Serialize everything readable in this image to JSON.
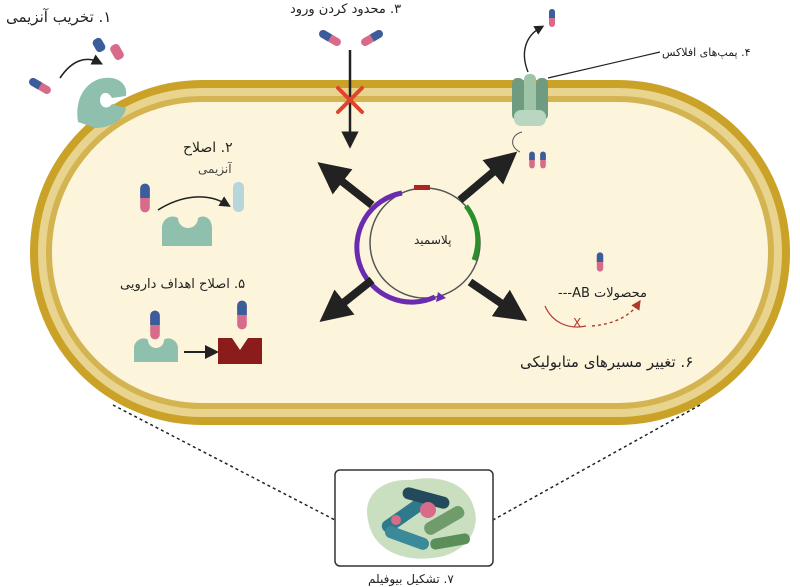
{
  "labels": {
    "enzymatic_degradation": "۱. تخریب آنزیمی",
    "enzymatic_modification": "۲. اصلاح",
    "enzymatic_modification_sub": "آنزیمی",
    "restricted_entry": "۳. محدود کردن ورود",
    "efflux_pumps": "۴. پمپ‌های افلاکس",
    "target_modification": "۵. اصلاح اهداف دارویی",
    "metabolic_pathways": "۶. تغییر مسیرهای متابولیکی",
    "ab_products": "محصولات AB---",
    "biofilm": "۷. تشکیل بیوفیلم",
    "plasmid": "پلاسمید",
    "blocked_mark": "X"
  },
  "colors": {
    "cell_wall_outer": "#c9a227",
    "cell_wall_inner": "#e8d48e",
    "cytoplasm": "#fcf5dc",
    "drug_blue": "#3b5d9c",
    "drug_pink": "#d96b8a",
    "enzyme_teal": "#8fbfad",
    "target_red": "#8b1c1c",
    "plasmid_purple": "#6a2bb0",
    "plasmid_green": "#2a8f2a",
    "plasmid_red": "#b22222",
    "arrow_dark": "#222222",
    "cross_red": "#e0442a"
  },
  "icons": [
    "antibiotic-capsule-icon",
    "enzyme-icon",
    "efflux-pump-icon",
    "cross-icon",
    "drug-target-icon",
    "biofilm-icon"
  ]
}
